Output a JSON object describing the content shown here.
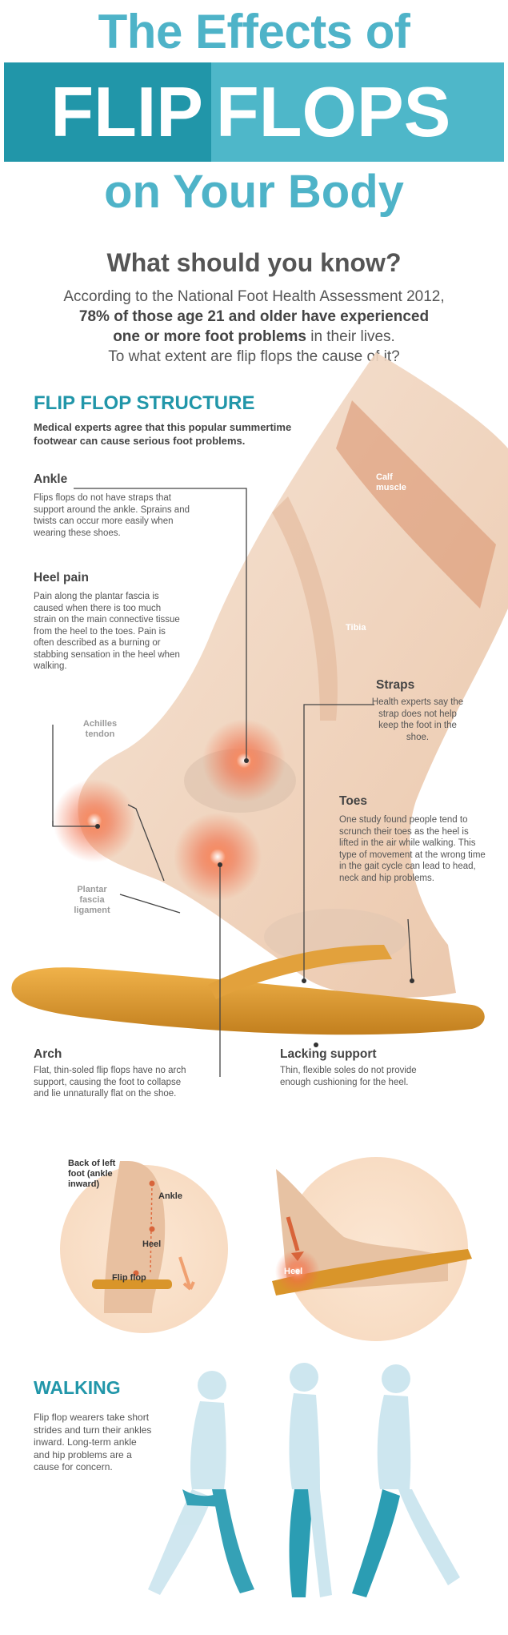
{
  "header": {
    "title_top": "The Effects of",
    "title_flip": "FLIP",
    "title_flops": "FLOPS",
    "title_bottom": "on Your Body"
  },
  "intro": {
    "question": "What should you know?",
    "line1": "According to the National Foot Health Assessment 2012,",
    "stat_bold": "78% of those age 21 and older have experienced",
    "line3_bold": "one or more foot problems",
    "line3_rest": " in their lives.",
    "line4": "To what extent are flip flops the cause of it?"
  },
  "structure": {
    "title": "FLIP FLOP STRUCTURE",
    "subtitle": "Medical experts agree that this popular summertime footwear can cause serious foot problems."
  },
  "callouts": {
    "ankle": {
      "heading": "Ankle",
      "text": "Flips flops do not have straps that support around the ankle. Sprains and twists can occur more easily when wearing these shoes."
    },
    "heel_pain": {
      "heading": "Heel pain",
      "text": "Pain along the plantar fascia is caused when there is too much strain on the main connective tissue from the heel to the toes. Pain is often described as a burning or stabbing sensation in the heel when walking."
    },
    "straps": {
      "heading": "Straps",
      "text": "Health experts say the strap does not help keep the foot in the shoe."
    },
    "toes": {
      "heading": "Toes",
      "text": "One study found people tend to scrunch their toes as the heel is lifted in the air while walking. This type of movement at the wrong time in the gait cycle can lead to head, neck and hip problems."
    },
    "arch": {
      "heading": "Arch",
      "text": "Flat, thin-soled flip flops have no arch support, causing the foot to collapse and lie unnaturally flat on the shoe."
    },
    "support": {
      "heading": "Lacking support",
      "text": "Thin, flexible soles do not provide enough cushioning for the heel."
    }
  },
  "anatomy": {
    "calf": "Calf muscle",
    "tibia": "Tibia",
    "achilles": "Achilles tendon",
    "plantar": "Plantar fascia ligament"
  },
  "detail_left": {
    "back": "Back of left foot (ankle inward)",
    "ankle": "Ankle",
    "heel": "Heel",
    "flipflop": "Flip flop"
  },
  "detail_right": {
    "heel": "Heel"
  },
  "walking": {
    "title": "WALKING",
    "text": "Flip flop wearers take short strides and turn their ankles inward. Long-term ankle and hip problems are a cause for concern."
  },
  "colors": {
    "teal_dark": "#2196a9",
    "teal_light": "#4eb7c9",
    "sandal": "#d9952a",
    "pain": "#f06b45",
    "skin": "#f1d2b8"
  }
}
